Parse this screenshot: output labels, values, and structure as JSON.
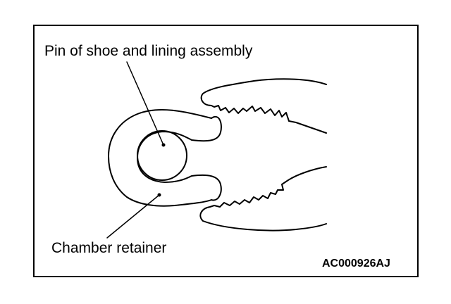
{
  "labels": {
    "pin": "Pin of shoe and lining assembly",
    "retainer": "Chamber retainer"
  },
  "figure_code": "AC000926AJ",
  "colors": {
    "ink": "#000000",
    "paper": "#ffffff"
  }
}
